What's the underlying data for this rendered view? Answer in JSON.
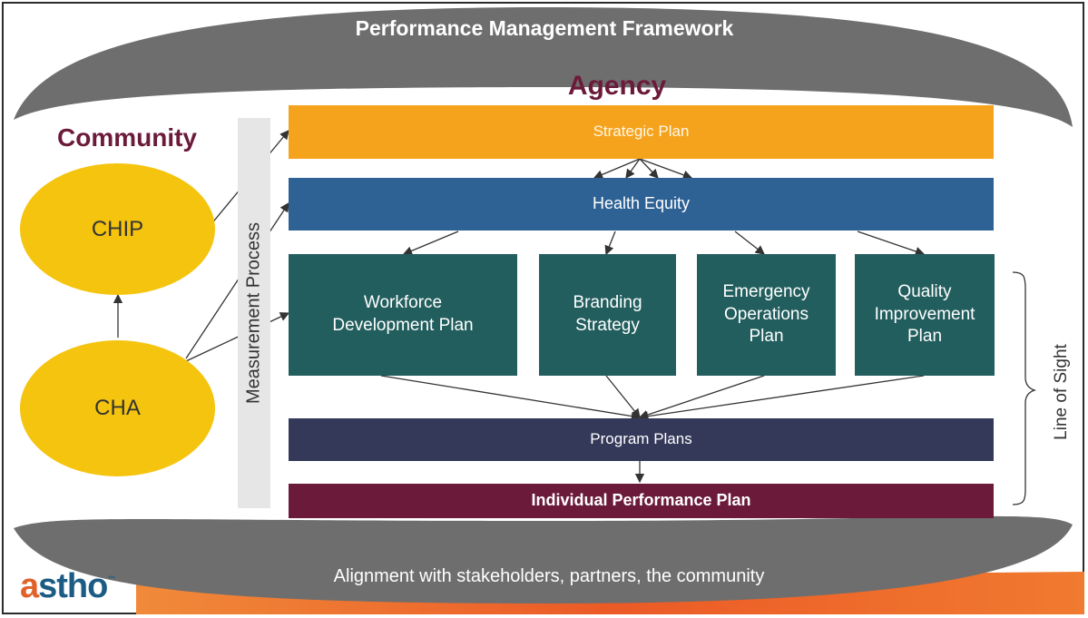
{
  "title": "Performance Management Framework",
  "footer": "Alignment with stakeholders, partners, the community",
  "agency_label": "Agency",
  "community_label": "Community",
  "chip": "CHIP",
  "cha": "CHA",
  "measurement_process": "Measurement Process",
  "line_of_sight": "Line of Sight",
  "boxes": {
    "strategic_plan": "Strategic Plan",
    "health_equity": "Health Equity",
    "workforce": "Workforce Development Plan",
    "branding": "Branding Strategy",
    "emergency": "Emergency Operations Plan",
    "quality": "Quality Improvement Plan",
    "program_plans": "Program Plans",
    "individual": "Individual Performance Plan"
  },
  "logo": {
    "a": "a",
    "rest": "stho",
    "tm": "™"
  },
  "colors": {
    "arc": "#6e6e6e",
    "strategic": "#f5a31c",
    "health_equity": "#2e6194",
    "plans": "#235e5e",
    "program": "#34395a",
    "individual": "#6b1a3a",
    "ellipse": "#f5c40f",
    "orange_band": "#ec5a26"
  }
}
